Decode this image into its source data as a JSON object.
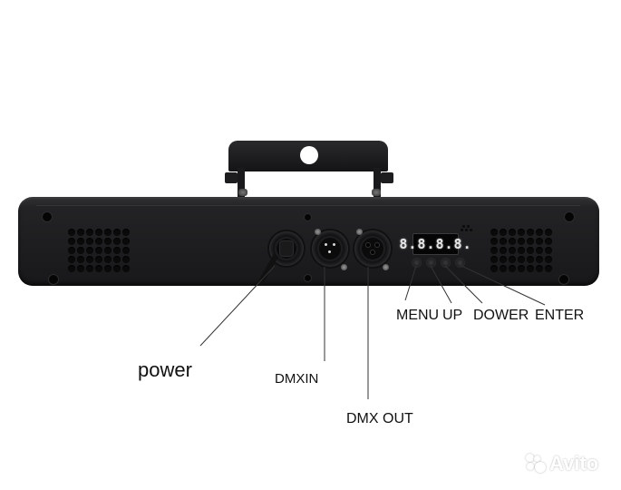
{
  "product": {
    "description": "LED bar light fixture, rear panel view",
    "display_readout": "8.8.8.8."
  },
  "callouts": {
    "power": "power",
    "dmx_in": "DMXIN",
    "dmx_out": "DMX OUT",
    "menu": "MENU",
    "up": "UP",
    "down": "DOWER",
    "enter": "ENTER"
  },
  "watermark": {
    "text": "Avito"
  },
  "colors": {
    "background": "#ffffff",
    "body": "#1f1f22",
    "label_text": "#111111",
    "leader_line": "#333333"
  }
}
